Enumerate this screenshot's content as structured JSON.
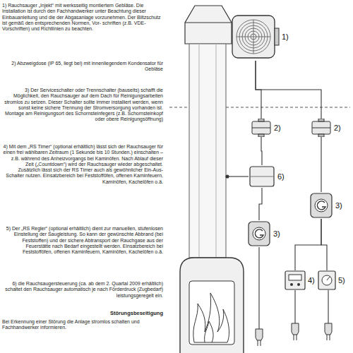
{
  "diagram": {
    "nodes": [
      {
        "text": [
          "1)"
        ]
      },
      {
        "text": [
          "2)"
        ]
      },
      {
        "text": [
          "2)"
        ]
      },
      {
        "text": [
          "6)"
        ]
      },
      {
        "text": [
          "3)"
        ]
      },
      {
        "text": [
          "3)"
        ]
      },
      {
        "text": [
          "4)"
        ]
      },
      {
        "text": [
          "5)"
        ]
      }
    ],
    "edges": [
      {
        "from": 0,
        "to": 1,
        "arrow": "none"
      },
      {
        "from": 0,
        "to": 2,
        "arrow": "none"
      },
      {
        "from": 1,
        "to": 3,
        "arrow": "none"
      },
      {
        "from": 3,
        "to": 4,
        "arrow": "none"
      },
      {
        "from": 2,
        "to": 5,
        "arrow": "none"
      },
      {
        "from": 5,
        "to": 6,
        "arrow": "none"
      },
      {
        "from": 5,
        "to": 7,
        "arrow": "none"
      }
    ],
    "labels": [
      "1) Rauchsauger „Injekt“ mit werksseitig montiertem Gebläse. Die Installation ist durch den Fachhandwerker unter Beachtung dieser Einbauanleitung und die der Abgasanlage vorzunehmen. Der Blitzschutz ist gemäß den entsprechenden Normen, Vor- schriften (z.B. VDE- Vorschriften) und Richtlinien zu beachten.",
      "2) Abzweigdose (IP 65, liegt bei) mit innenliegendem Kondensator für Gebläse",
      "3) Der Serviceschalter oder Trennschalter (bauseits) schafft die Möglichkeit, den Rauchsauger auf dem Dach für Reinigungsarbeiten stromlos zu setzen. Dieser Schalter sollte immer installiert werden, wenn sonst keine sichere Trennung der Stromversorgung vorhanden ist. Montage am Reinigungsort des Schornsteinfegers (z.B. Schornsteinkopf oder obere Reinigungsöffnung)",
      "4) Mit dem „RS Timer“ (optional erhältlich) lässt sich der Rauchsauger für einen frei wählbaren Zeitraum (1 Sekunde bis 10 Stunden.) einschalten – z.B. während des Anheizvorgangs bei Kaminöfen. Nach Ablauf dieser Zeit („Countdown“) wird der Rauchsauger wieder abgeschaltet. Zusätzlich lässt sich der RS Timer auch als gewöhnlicher Ein-Aus-Schalter nutzen. Einsatzbereich bei Feststofföfen, offenen Kaminfeuern, Kaminöfen, Kachelöfen o.ä.",
      "5) Der „RS Regler“ (optional erhältlich) dient zur manuellen, stufenlosen Einstellung der Saugleistung. So kann der gewünschte Abbrand (bei Feststoffen) und der sichere Abtransport der Rauchgase aus der Feuerstätte nach Bedarf eingestellt werden. Einsatzbereich bei Feststofföfen, offenen Kaminfeuern, Kaminöfen, Kachelöfen o.ä.",
      "6) die Rauchsaugersteuerung (ca. ab dem 2. Quartal 2009 erhältlich) schaltet den Rauchsauger automatisch je nach Förderdruck (Zugbedarf) leistungsgeregelt ein.",
      "Störungsbeseitigung",
      "Bei Erkennung einer Störung die Anlage stromlos schalten und Fachhandwerker informieren."
    ]
  }
}
